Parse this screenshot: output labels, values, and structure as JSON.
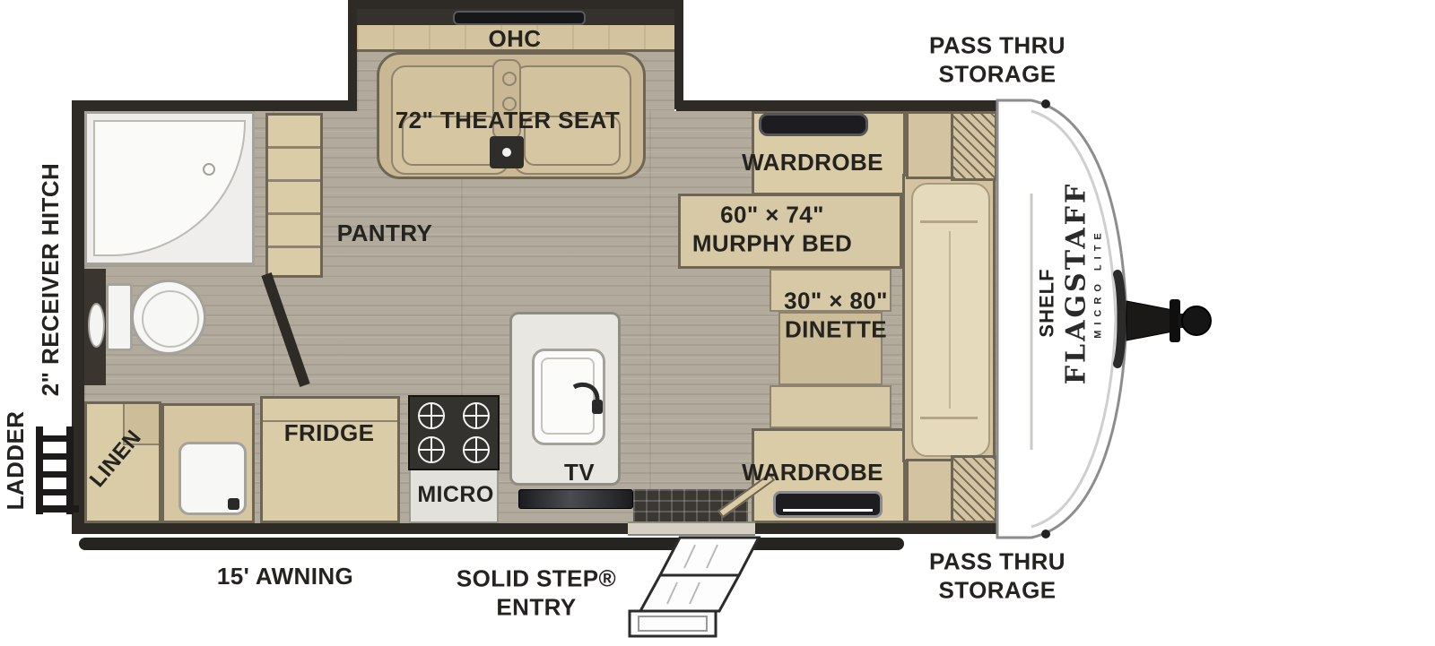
{
  "title": "Flagstaff Micro Lite Floorplan",
  "brand": {
    "name": "FLAGSTAFF",
    "sub": "MICRO LITE"
  },
  "labels": {
    "pass_thru_top": "PASS THRU\nSTORAGE",
    "ohc": "OHC",
    "theater_seat": "72\" THEATER SEAT",
    "wardrobe_top": "WARDROBE",
    "murphy_bed": "60\" × 74\"\nMURPHY BED",
    "pantry": "PANTRY",
    "dinette": "30\" × 80\"\nDINETTE",
    "shelf": "SHELF",
    "receiver_hitch": "2\" RECEIVER HITCH",
    "ladder": "LADDER",
    "linen": "LINEN",
    "fridge": "FRIDGE",
    "micro": "MICRO",
    "tv": "TV",
    "wardrobe_bottom": "WARDROBE",
    "awning": "15' AWNING",
    "entry": "SOLID STEP®\nENTRY",
    "pass_thru_bottom": "PASS THRU\nSTORAGE"
  },
  "palette": {
    "wall": "#2e2b27",
    "floor_wood": "#b2aa9c",
    "cabinet_tan": "#dbcca8",
    "seat_tan": "#c9b893",
    "fixture_white": "#f6f6f4",
    "cap_white": "#ffffff",
    "accent_black": "#1c1b19",
    "label_text": "#242320"
  }
}
